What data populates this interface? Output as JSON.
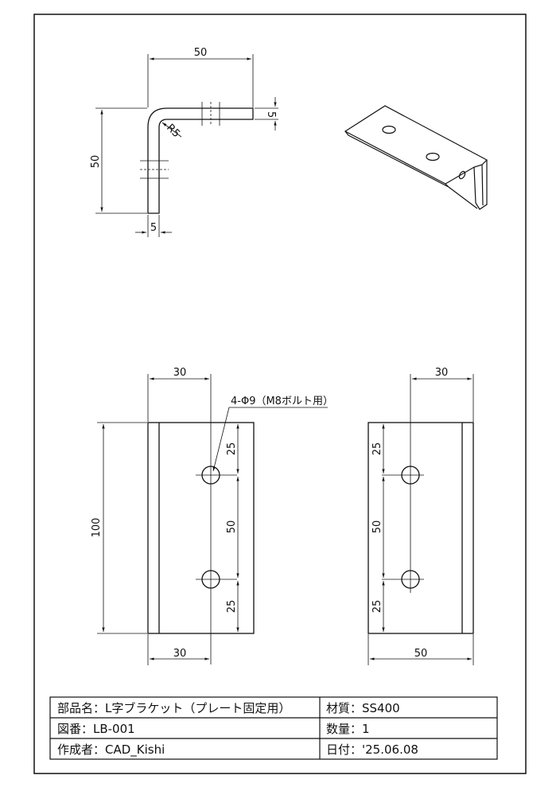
{
  "drawing": {
    "side_view": {
      "dim_width": "50",
      "dim_height": "50",
      "dim_thickness_top": "5",
      "dim_thickness_bottom": "5",
      "radius": "R5"
    },
    "front_view": {
      "dim_top": "30",
      "dim_bottom": "30",
      "dim_height": "100",
      "dim_pitch_top": "25",
      "dim_pitch_mid": "50",
      "dim_pitch_bottom": "25",
      "hole_note": "4-Φ9（M8ボルト用）"
    },
    "right_view": {
      "dim_top": "30",
      "dim_bottom": "50",
      "dim_pitch_top": "25",
      "dim_pitch_mid": "50",
      "dim_pitch_bottom": "25"
    }
  },
  "title_block": {
    "part_name": "部品名：L字ブラケット（プレート固定用）",
    "drawing_no": "図番：LB-001",
    "author": "作成者：CAD_Kishi",
    "material": "材質：SS400",
    "quantity": "数量：1",
    "date": "日付：'25.06.08"
  },
  "colors": {
    "line": "#111111",
    "background": "#ffffff"
  }
}
